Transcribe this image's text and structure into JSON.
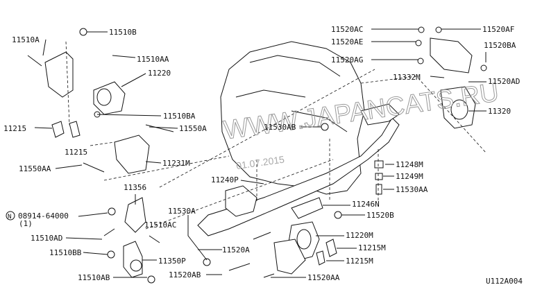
{
  "diagram": {
    "watermark": "WWW.JAPANCATS.RU",
    "date_stamp": "01.07.2015",
    "figure_code": "U112A004",
    "note_symbol": "N",
    "labels": {
      "l11510A": "11510A",
      "l11510B": "11510B",
      "l11510AA": "11510AA",
      "l11220": "11220",
      "l11215a": "11215",
      "l11215b": "11215",
      "l11510BA": "11510BA",
      "l11550A": "11550A",
      "l11550AA": "11550AA",
      "l11231M": "11231M",
      "l11356": "11356",
      "l08914": "08914-64000",
      "l08914qty": "(1)",
      "l11510AD": "11510AD",
      "l11510AC": "11510AC",
      "l11510BB": "11510BB",
      "l11350P": "11350P",
      "l11510AB": "11510AB",
      "l11530A": "11530A",
      "l11520AB": "11520AB",
      "l11520A": "11520A",
      "l11240P": "11240P",
      "l11246N": "11246N",
      "l11520B": "11520B",
      "l11220M": "11220M",
      "l11215Ma": "11215M",
      "l11215Mb": "11215M",
      "l11520AA": "11520AA",
      "l11530AB": "11530AB",
      "l11248M": "11248M",
      "l11249M": "11249M",
      "l11530AA": "11530AA",
      "l11520AC": "11520AC",
      "l11520AE": "11520AE",
      "l11520AG": "11520AG",
      "l11520AF": "11520AF",
      "l11520BA": "11520BA",
      "l11332M": "11332M",
      "l11520AD": "11520AD",
      "l11320": "11320"
    }
  }
}
